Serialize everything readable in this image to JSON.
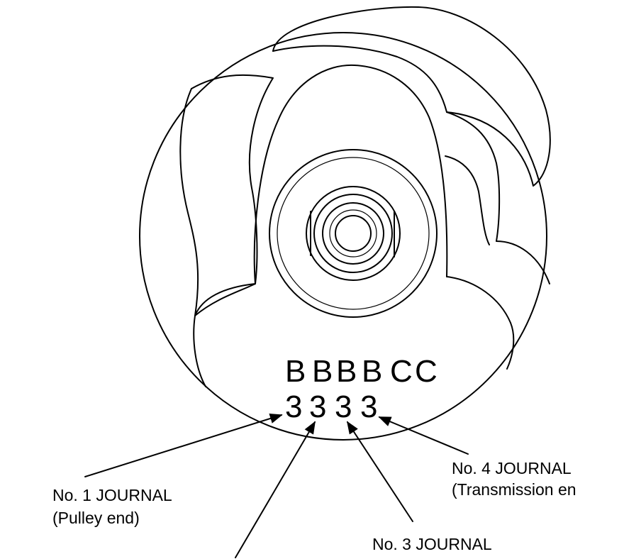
{
  "code_row_top": [
    "B",
    "B",
    "B",
    "B",
    "C",
    "C"
  ],
  "code_row_bottom": [
    "3",
    "3",
    "3",
    "3"
  ],
  "labels": {
    "journal1_line1": "No. 1 JOURNAL",
    "journal1_line2": "(Pulley end)",
    "journal3": "No. 3 JOURNAL",
    "journal4_line1": "No. 4 JOURNAL",
    "journal4_line2": "(Transmission en"
  }
}
